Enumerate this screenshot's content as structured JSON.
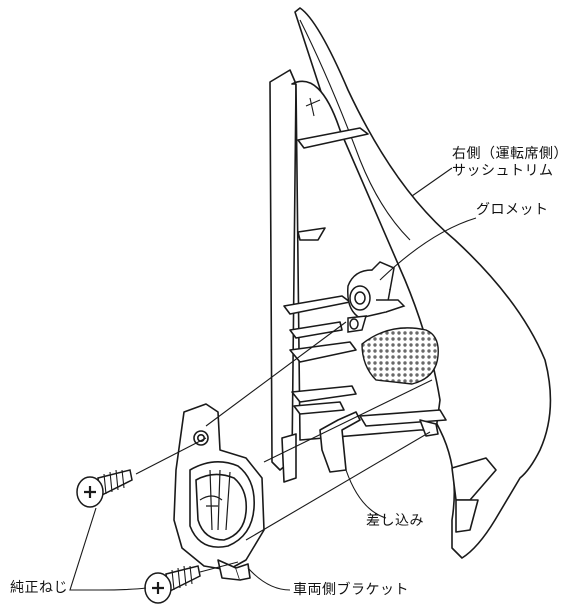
{
  "labels": {
    "trim_line1": "右側（運転席側）",
    "trim_line2": "サッシュトリム",
    "grommet": "グロメット",
    "insert": "差し込み",
    "bracket": "車両側ブラケット",
    "screw": "純正ねじ"
  },
  "colors": {
    "line": "#1a1a1a",
    "fill": "#ffffff",
    "speaker_grill": "#6a6a6a"
  }
}
